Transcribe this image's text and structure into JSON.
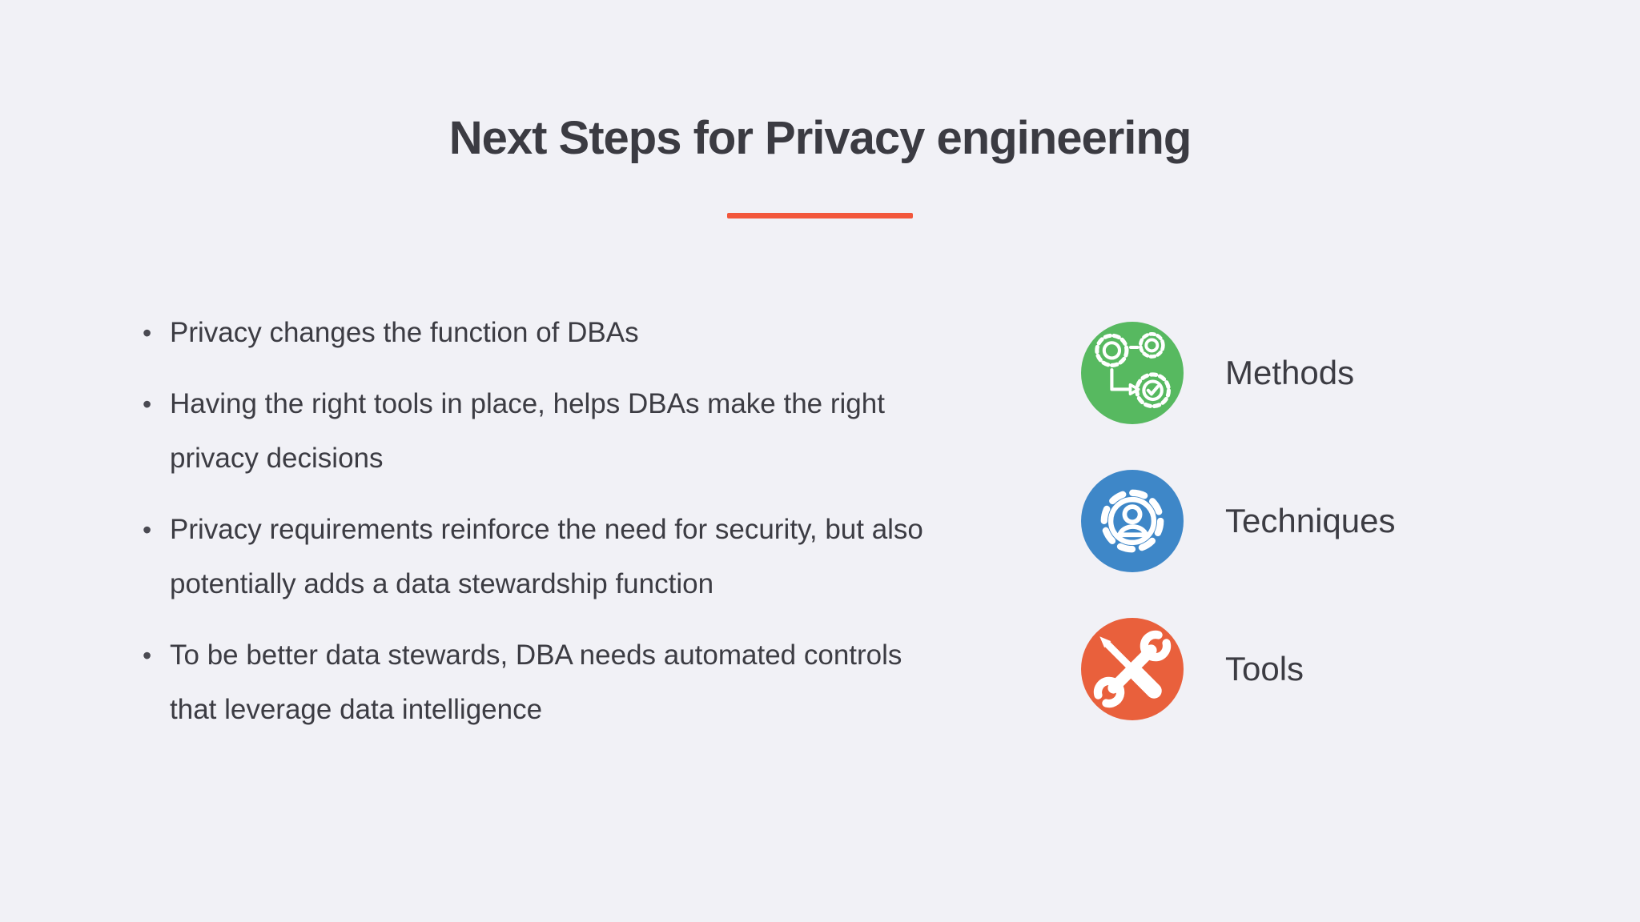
{
  "slide": {
    "background_color": "#F1F1F6",
    "text_color": "#3C3C43",
    "accent_color": "#F2573C",
    "title": "Next Steps for Privacy engineering",
    "bullets": [
      "Privacy changes the function of DBAs",
      "Having the right tools in place, helps DBAs make the right privacy decisions",
      "Privacy requirements reinforce the need for security, but also potentially adds a data stewardship function",
      "To be better data stewards, DBA needs automated controls that leverage data intelligence"
    ],
    "features": [
      {
        "label": "Methods",
        "color": "#57B960",
        "icon": "workflow-gears-icon"
      },
      {
        "label": "Techniques",
        "color": "#3E87C8",
        "icon": "gear-user-icon"
      },
      {
        "label": "Tools",
        "color": "#E9603C",
        "icon": "wrench-screwdriver-icon"
      }
    ]
  }
}
